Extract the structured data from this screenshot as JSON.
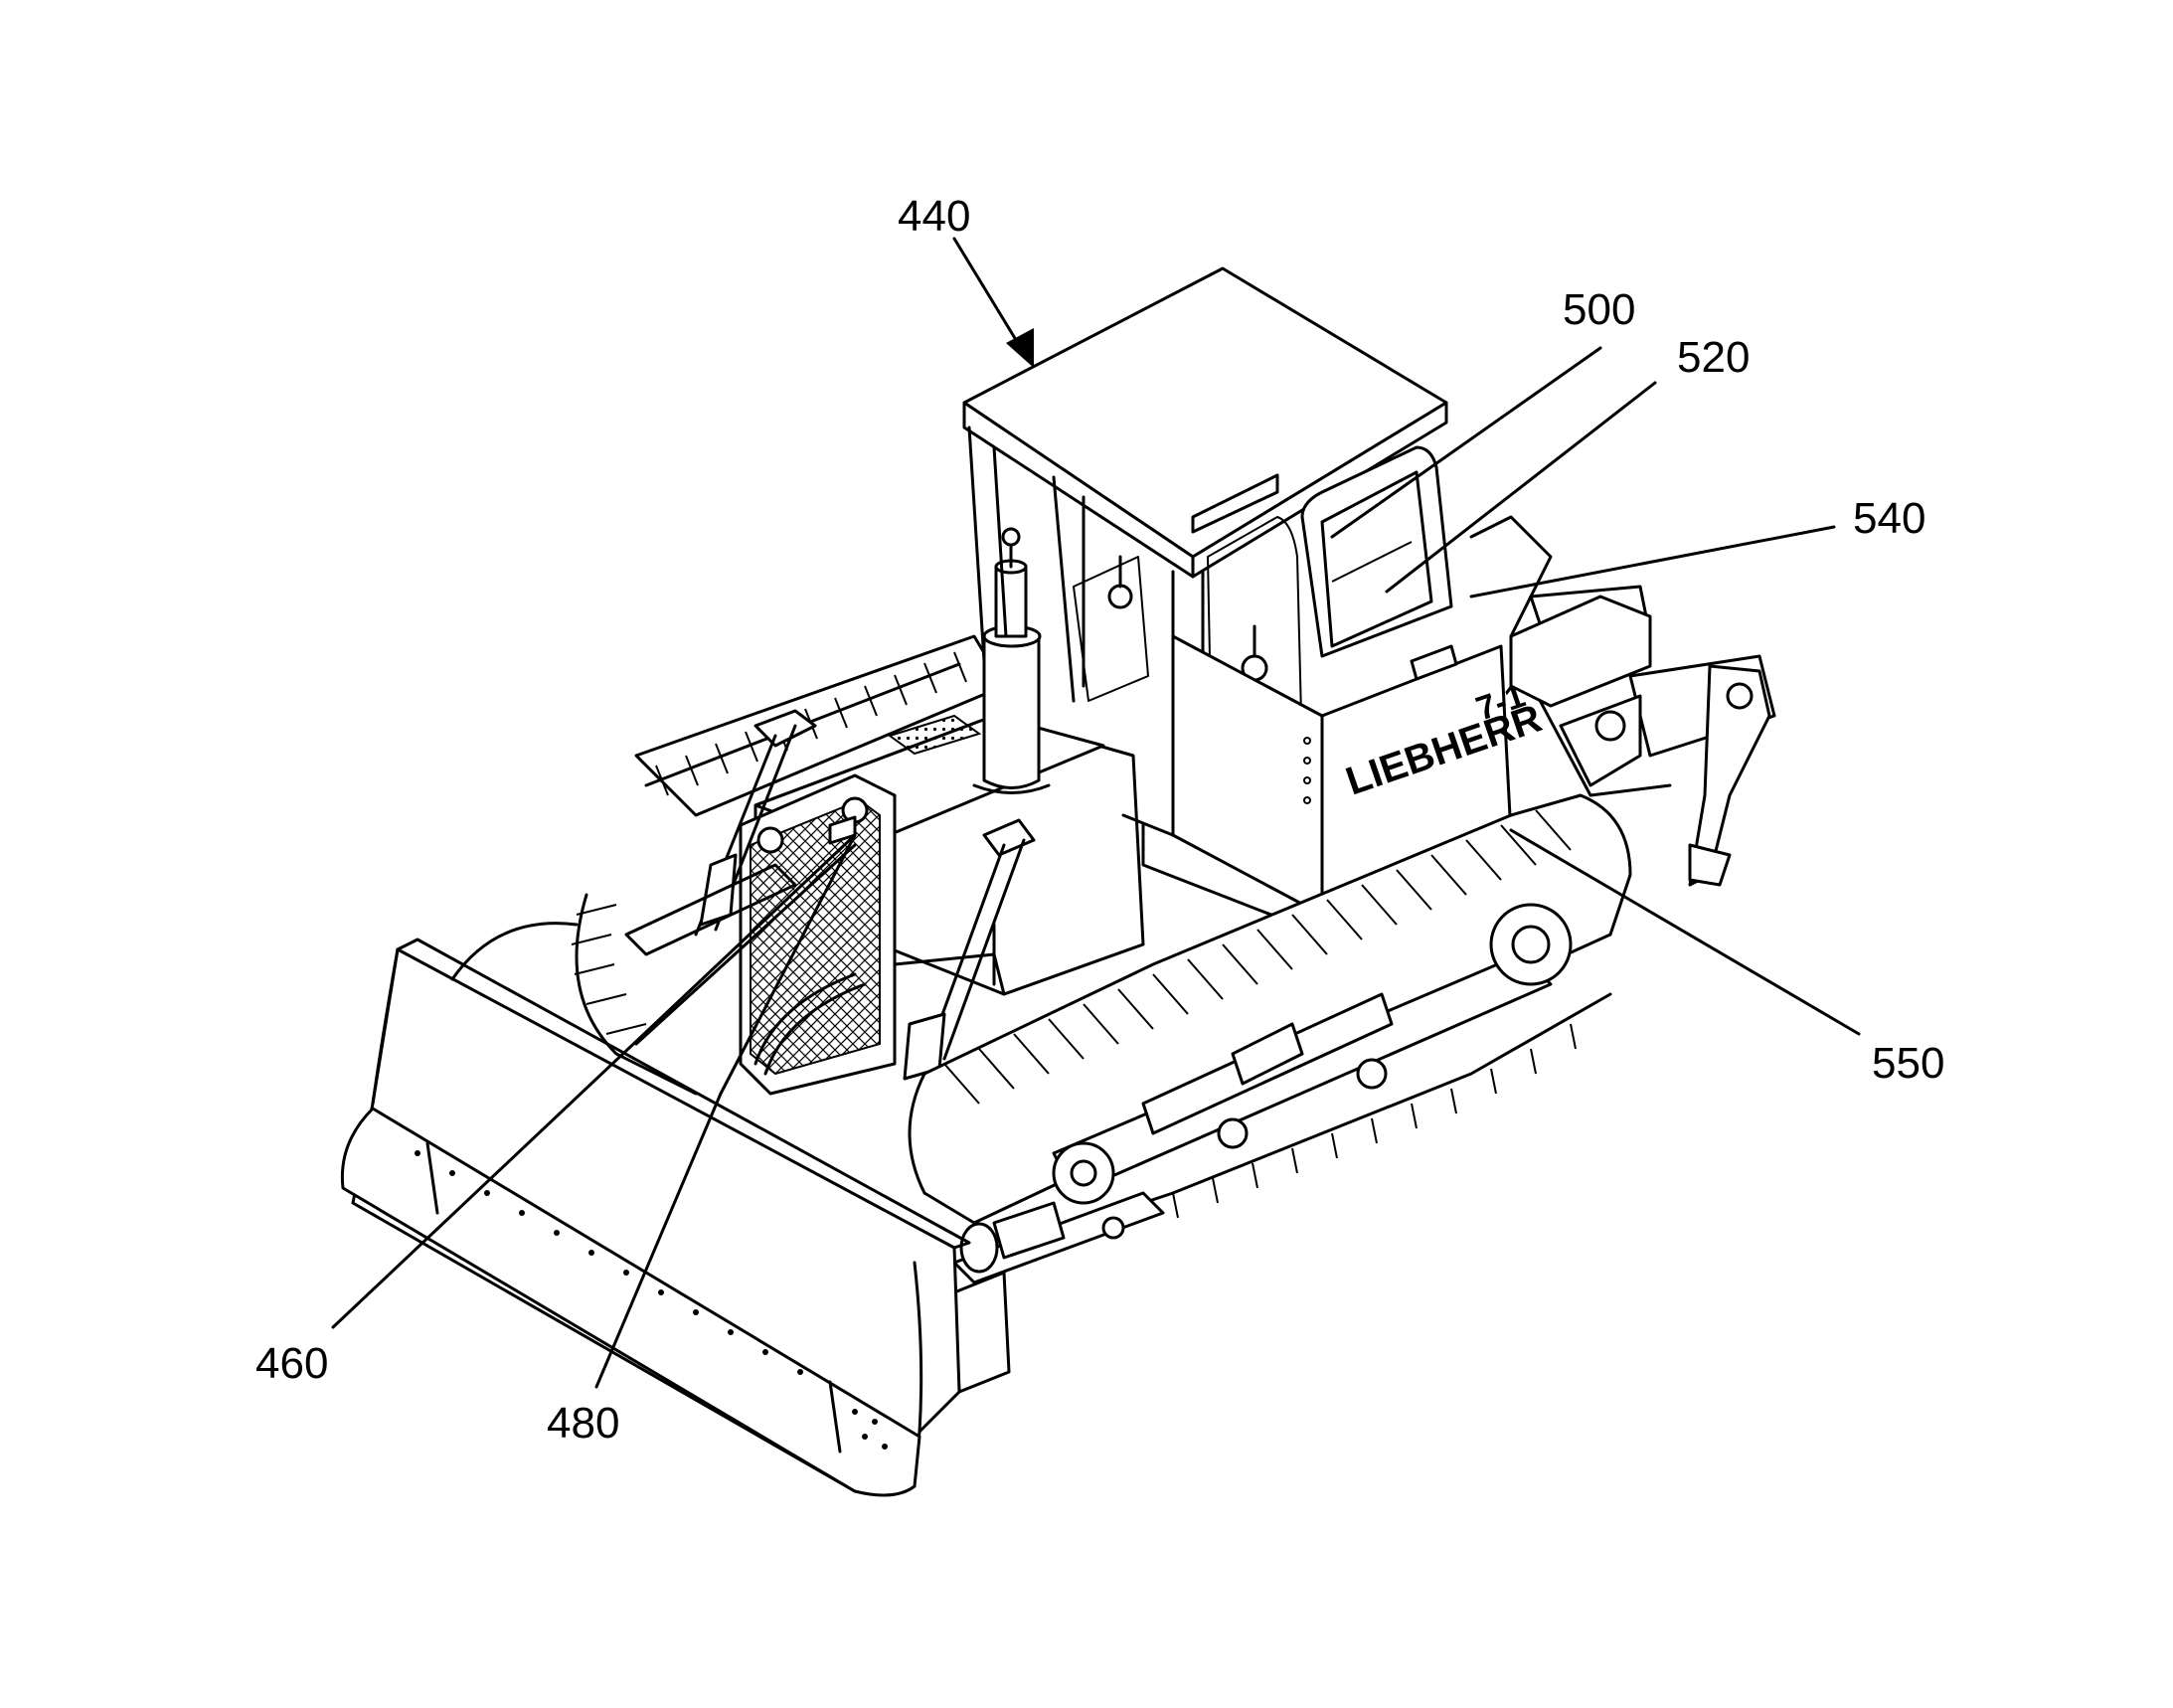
{
  "figure": {
    "reference_numerals": [
      {
        "id": "r440",
        "text": "440"
      },
      {
        "id": "r500",
        "text": "500"
      },
      {
        "id": "r520",
        "text": "520"
      },
      {
        "id": "r540",
        "text": "540"
      },
      {
        "id": "r550",
        "text": "550"
      },
      {
        "id": "r460",
        "text": "460"
      },
      {
        "id": "r480",
        "text": "480"
      }
    ],
    "cab_logo": "LIEBHERR",
    "model_badge": "7-1",
    "line_color": "#000000",
    "background_color": "#ffffff"
  }
}
